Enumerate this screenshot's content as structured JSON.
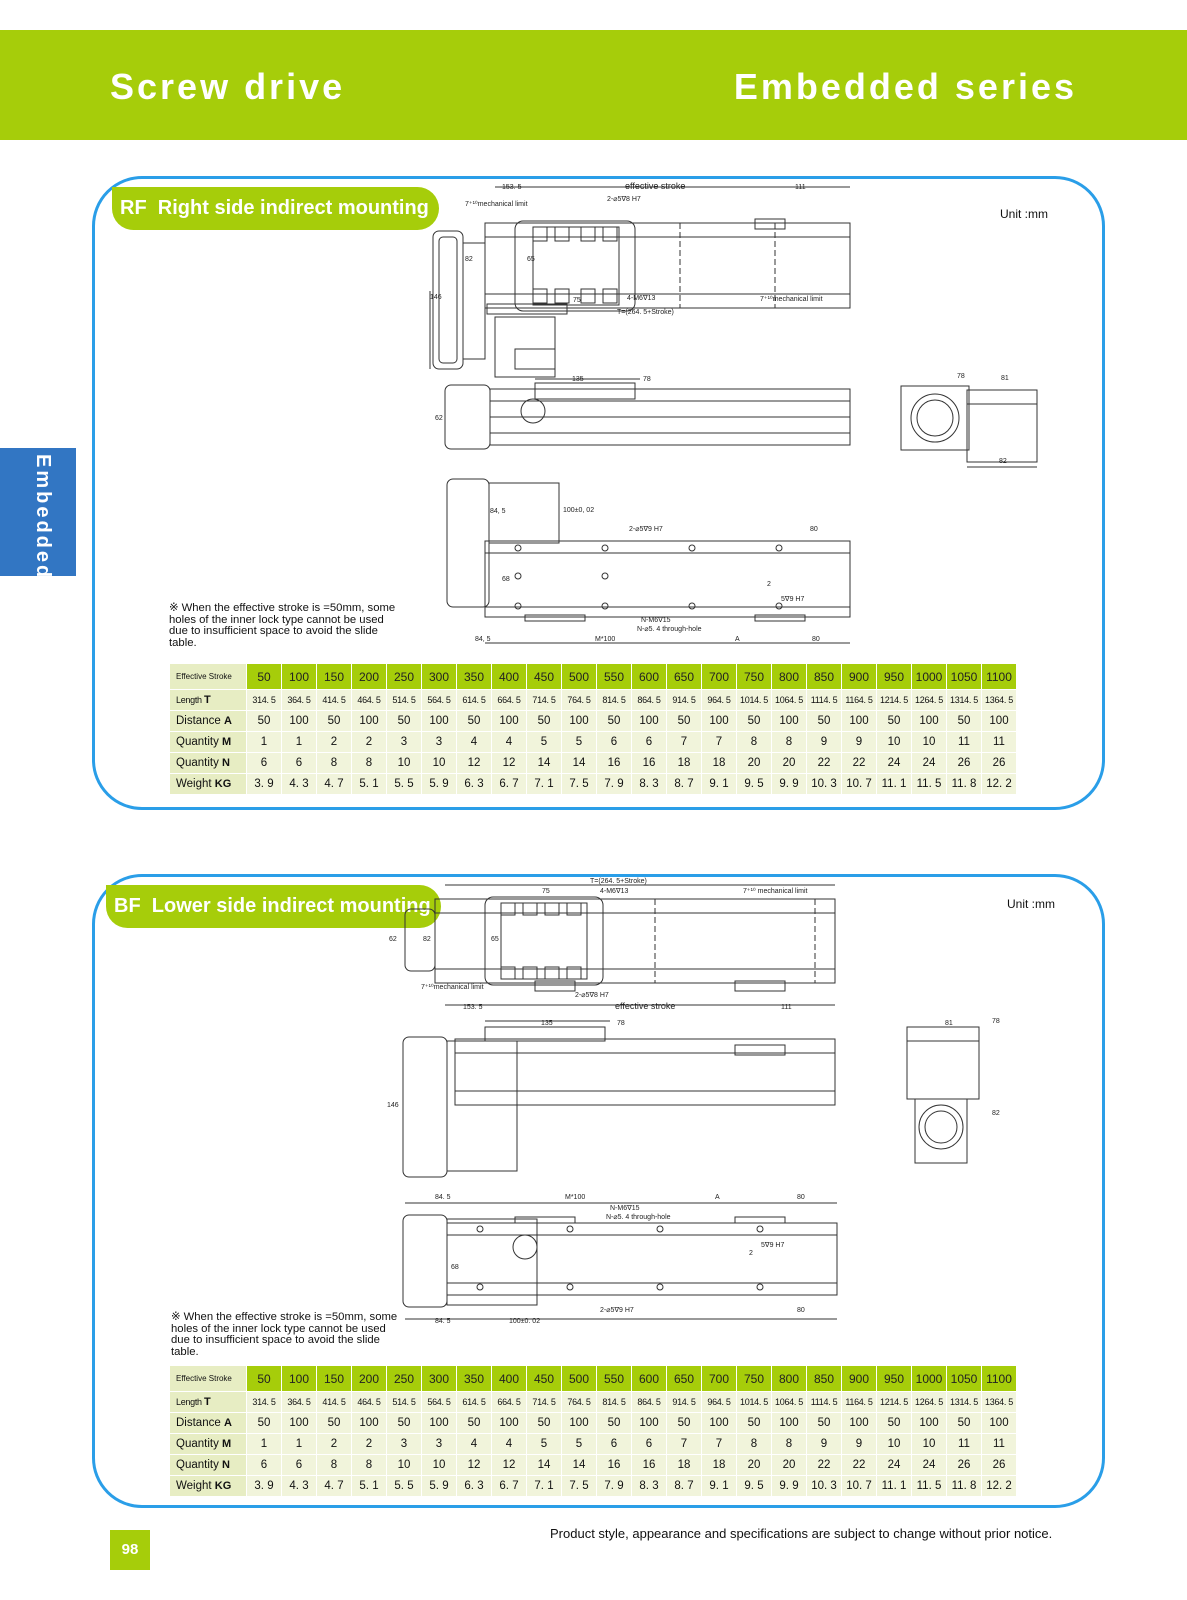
{
  "header": {
    "left_title": "Screw drive",
    "right_title": "Embedded series"
  },
  "side_tab": {
    "label": "Embedded"
  },
  "sections": {
    "rf": {
      "code": "RF",
      "title": "Right side indirect mounting",
      "unit": "Unit :mm",
      "note": "※ When the effective stroke is =50mm, some holes of the inner lock type cannot be used due to insufficient space to avoid the slide table.",
      "dims": {
        "d1535": "153. 5",
        "eff": "effective stroke",
        "d111": "111",
        "mech1": "7⁺¹⁰mechanical limit",
        "pin": "2-⌀5∇8 H7",
        "d82": "82",
        "d65": "65",
        "d146": "146",
        "d75": "75",
        "m6": "4-M6∇13",
        "mech2": "7⁺¹⁰mechanical limit",
        "t": "T=(264. 5+Stroke)",
        "d135": "135",
        "d78": "78",
        "d62": "62",
        "e78": "78",
        "e81": "81",
        "e82": "82",
        "d845": "84, 5",
        "d100": "100±0, 02",
        "pin2": "2-⌀5∇9 H7",
        "d80": "80",
        "d68": "68",
        "d2": "2",
        "d59": "5∇9 H7",
        "nm6": "N-M6∇15",
        "n54": "N-⌀5. 4 through-hole",
        "b845": "84, 5",
        "m100": "M*100",
        "da": "A",
        "b80": "80"
      }
    },
    "bf": {
      "code": "BF",
      "title": "Lower side indirect mounting",
      "unit": "Unit :mm",
      "note": "※ When the effective stroke is =50mm, some holes of the inner lock type cannot be used due to insufficient space to avoid the slide table.",
      "dims": {
        "t": "T=(264. 5+Stroke)",
        "d75": "75",
        "m6": "4-M6∇13",
        "mech1": "7⁺¹⁰ mechanical limit",
        "d62": "62",
        "d82": "82",
        "d65": "65",
        "mech2": "7⁺¹⁰mechanical limit",
        "pin": "2-⌀5∇8 H7",
        "d1535": "153. 5",
        "eff": "effective stroke",
        "d111": "111",
        "d135": "135",
        "d78": "78",
        "d146": "146",
        "e81": "81",
        "e78": "78",
        "e82": "82",
        "d845": "84. 5",
        "m100": "M*100",
        "da": "A",
        "d80": "80",
        "nm6": "N-M6∇15",
        "n54": "N-⌀5. 4 through-hole",
        "d2": "2",
        "d59": "5∇9 H7",
        "d68": "68",
        "b845": "84. 5",
        "d100": "100±0. 02",
        "pin2": "2-⌀5∇9 H7",
        "b80": "80"
      }
    }
  },
  "table_labels": {
    "effective_stroke": "Effective Stroke",
    "length": "Length",
    "length_sym": "T",
    "distance": "Distance",
    "distance_sym": "A",
    "quantity_m": "Quantity",
    "quantity_m_sym": "M",
    "quantity_n": "Quantity",
    "quantity_n_sym": "N",
    "weight": "Weight",
    "weight_sym": "KG"
  },
  "table": {
    "stroke": [
      "50",
      "100",
      "150",
      "200",
      "250",
      "300",
      "350",
      "400",
      "450",
      "500",
      "550",
      "600",
      "650",
      "700",
      "750",
      "800",
      "850",
      "900",
      "950",
      "1000",
      "1050",
      "1100"
    ],
    "length": [
      "314. 5",
      "364. 5",
      "414. 5",
      "464. 5",
      "514. 5",
      "564. 5",
      "614. 5",
      "664. 5",
      "714. 5",
      "764. 5",
      "814. 5",
      "864. 5",
      "914. 5",
      "964. 5",
      "1014. 5",
      "1064. 5",
      "1114. 5",
      "1164. 5",
      "1214. 5",
      "1264. 5",
      "1314. 5",
      "1364. 5"
    ],
    "distance": [
      "50",
      "100",
      "50",
      "100",
      "50",
      "100",
      "50",
      "100",
      "50",
      "100",
      "50",
      "100",
      "50",
      "100",
      "50",
      "100",
      "50",
      "100",
      "50",
      "100",
      "50",
      "100"
    ],
    "quantity_m": [
      "1",
      "1",
      "2",
      "2",
      "3",
      "3",
      "4",
      "4",
      "5",
      "5",
      "6",
      "6",
      "7",
      "7",
      "8",
      "8",
      "9",
      "9",
      "10",
      "10",
      "11",
      "11"
    ],
    "quantity_n": [
      "6",
      "6",
      "8",
      "8",
      "10",
      "10",
      "12",
      "12",
      "14",
      "14",
      "16",
      "16",
      "18",
      "18",
      "20",
      "20",
      "22",
      "22",
      "24",
      "24",
      "26",
      "26"
    ],
    "weight": [
      "3. 9",
      "4. 3",
      "4. 7",
      "5. 1",
      "5. 5",
      "5. 9",
      "6. 3",
      "6. 7",
      "7. 1",
      "7. 5",
      "7. 9",
      "8. 3",
      "8. 7",
      "9. 1",
      "9. 5",
      "9. 9",
      "10. 3",
      "10. 7",
      "11. 1",
      "11. 5",
      "11. 8",
      "12. 2"
    ]
  },
  "footer": {
    "page_number": "98",
    "notice": "Product style, appearance and specifications are subject to change without prior notice."
  },
  "colors": {
    "accent_green": "#a6cd0a",
    "panel_blue": "#2a9ee8",
    "tab_blue": "#3276c3",
    "table_cell": "#f1f4db"
  }
}
